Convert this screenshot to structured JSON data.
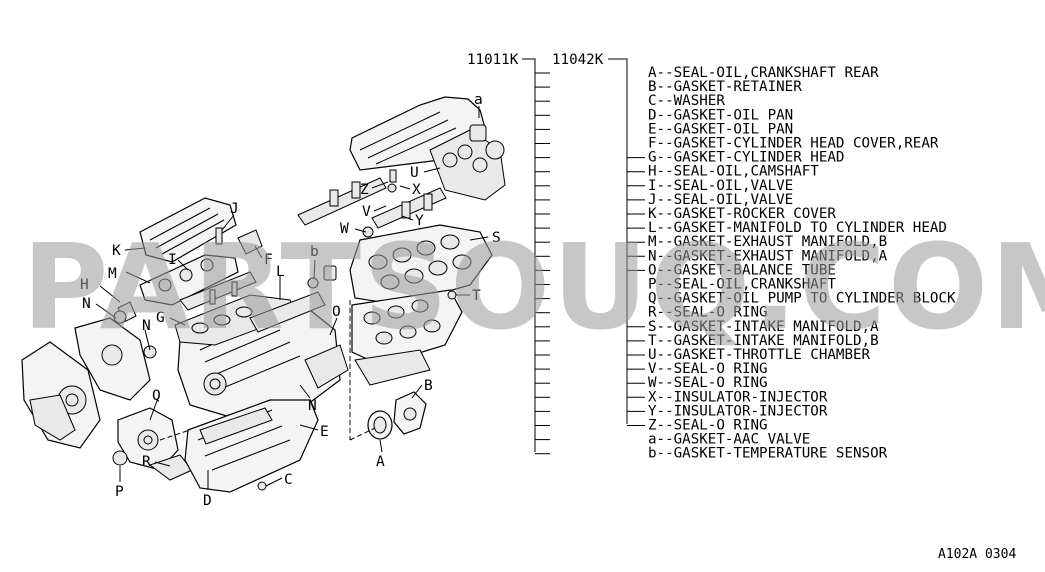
{
  "assembly_numbers": {
    "kit_a": "11011K",
    "kit_b": "11042K"
  },
  "diagram_code": "A102A 0304",
  "watermark": "PARTSOUQ.COM",
  "legend": [
    {
      "letter": "A",
      "text": "A--SEAL-OIL,CRANKSHAFT REAR",
      "kit_b": false
    },
    {
      "letter": "B",
      "text": "B--GASKET-RETAINER",
      "kit_b": false
    },
    {
      "letter": "C",
      "text": "C--WASHER",
      "kit_b": false
    },
    {
      "letter": "D",
      "text": "D--GASKET-OIL PAN",
      "kit_b": false
    },
    {
      "letter": "E",
      "text": "E--GASKET-OIL PAN",
      "kit_b": false
    },
    {
      "letter": "F",
      "text": "F--GASKET-CYLINDER HEAD COVER,REAR",
      "kit_b": false
    },
    {
      "letter": "G",
      "text": "G--GASKET-CYLINDER HEAD",
      "kit_b": true
    },
    {
      "letter": "H",
      "text": "H--SEAL-OIL,CAMSHAFT",
      "kit_b": true
    },
    {
      "letter": "I",
      "text": "I--SEAL-OIL,VALVE",
      "kit_b": true
    },
    {
      "letter": "J",
      "text": "J--SEAL-OIL,VALVE",
      "kit_b": true
    },
    {
      "letter": "K",
      "text": "K--GASKET-ROCKER COVER",
      "kit_b": true
    },
    {
      "letter": "L",
      "text": "L--GASKET-MANIFOLD TO CYLINDER HEAD",
      "kit_b": true
    },
    {
      "letter": "M",
      "text": "M--GASKET-EXHAUST MANIFOLD,B",
      "kit_b": true
    },
    {
      "letter": "N",
      "text": "N--GASKET-EXHAUST MANIFOLD,A",
      "kit_b": true
    },
    {
      "letter": "O",
      "text": "O--GASKET-BALANCE TUBE",
      "kit_b": true
    },
    {
      "letter": "P",
      "text": "P--SEAL-OIL,CRANKSHAFT",
      "kit_b": false
    },
    {
      "letter": "Q",
      "text": "Q--GASKET-OIL PUMP TO CYLINDER BLOCK",
      "kit_b": false
    },
    {
      "letter": "R",
      "text": "R--SEAL-O RING",
      "kit_b": false
    },
    {
      "letter": "S",
      "text": "S--GASKET-INTAKE MANIFOLD,A",
      "kit_b": true
    },
    {
      "letter": "T",
      "text": "T--GASKET-INTAKE MANIFOLD,B",
      "kit_b": true
    },
    {
      "letter": "U",
      "text": "U--GASKET-THROTTLE CHAMBER",
      "kit_b": true
    },
    {
      "letter": "V",
      "text": "V--SEAL-O RING",
      "kit_b": true
    },
    {
      "letter": "W",
      "text": "W--SEAL-O RING",
      "kit_b": true
    },
    {
      "letter": "X",
      "text": "X--INSULATOR-INJECTOR",
      "kit_b": true
    },
    {
      "letter": "Y",
      "text": "Y--INSULATOR-INJECTOR",
      "kit_b": true
    },
    {
      "letter": "Z",
      "text": "Z--SEAL-O RING",
      "kit_b": true
    },
    {
      "letter": "a",
      "text": "a--GASKET-AAC VALVE",
      "kit_b": false
    },
    {
      "letter": "b",
      "text": "b--GASKET-TEMPERATURE SENSOR",
      "kit_b": false
    }
  ],
  "callouts": [
    {
      "letter": "a",
      "name": "callout-a"
    },
    {
      "letter": "U",
      "name": "callout-u"
    },
    {
      "letter": "Z",
      "name": "callout-z"
    },
    {
      "letter": "X",
      "name": "callout-x"
    },
    {
      "letter": "V",
      "name": "callout-v"
    },
    {
      "letter": "Y",
      "name": "callout-y"
    },
    {
      "letter": "W",
      "name": "callout-w"
    },
    {
      "letter": "S",
      "name": "callout-s"
    },
    {
      "letter": "J",
      "name": "callout-j"
    },
    {
      "letter": "K",
      "name": "callout-k"
    },
    {
      "letter": "I",
      "name": "callout-i"
    },
    {
      "letter": "F",
      "name": "callout-f"
    },
    {
      "letter": "b",
      "name": "callout-b"
    },
    {
      "letter": "M",
      "name": "callout-m"
    },
    {
      "letter": "L",
      "name": "callout-l"
    },
    {
      "letter": "H",
      "name": "callout-h"
    },
    {
      "letter": "T",
      "name": "callout-t"
    },
    {
      "letter": "N",
      "name": "callout-n-left"
    },
    {
      "letter": "G",
      "name": "callout-g"
    },
    {
      "letter": "O",
      "name": "callout-o"
    },
    {
      "letter": "N",
      "name": "callout-n-center"
    },
    {
      "letter": "N",
      "name": "callout-n-right"
    },
    {
      "letter": "Q",
      "name": "callout-q"
    },
    {
      "letter": "B",
      "name": "callout-b-upper"
    },
    {
      "letter": "E",
      "name": "callout-e"
    },
    {
      "letter": "R",
      "name": "callout-r"
    },
    {
      "letter": "A",
      "name": "callout-a-upper"
    },
    {
      "letter": "C",
      "name": "callout-c"
    },
    {
      "letter": "P",
      "name": "callout-p"
    },
    {
      "letter": "D",
      "name": "callout-d"
    }
  ]
}
